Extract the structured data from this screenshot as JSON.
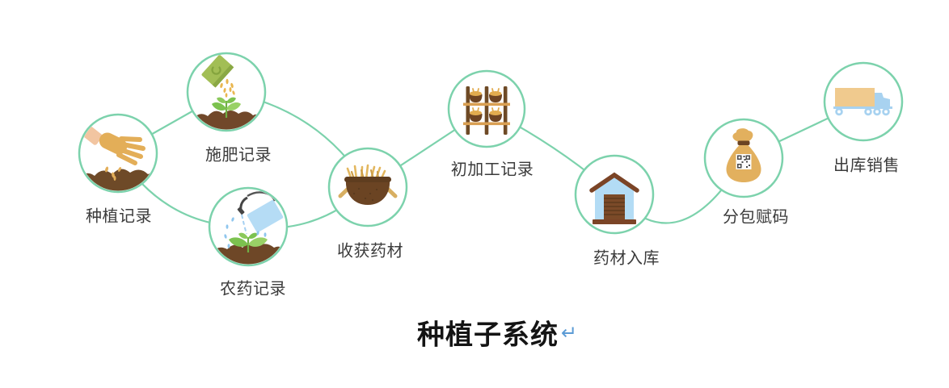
{
  "title": {
    "text": "种植子系统",
    "return_mark": "↵"
  },
  "nodes": [
    {
      "label": "种植记录",
      "icon": "sowing-hand-icon"
    },
    {
      "label": "施肥记录",
      "icon": "fertilizer-bag-icon"
    },
    {
      "label": "农药记录",
      "icon": "pesticide-sprayer-icon"
    },
    {
      "label": "收获药材",
      "icon": "harvest-basket-icon"
    },
    {
      "label": "初加工记录",
      "icon": "drying-rack-icon"
    },
    {
      "label": "药材入库",
      "icon": "warehouse-icon"
    },
    {
      "label": "分包赋码",
      "icon": "qr-coding-bag-icon"
    },
    {
      "label": "出库销售",
      "icon": "delivery-truck-icon"
    }
  ],
  "connections": [
    [
      0,
      1
    ],
    [
      0,
      2
    ],
    [
      1,
      3
    ],
    [
      2,
      3
    ],
    [
      3,
      4
    ],
    [
      4,
      5
    ],
    [
      5,
      6
    ],
    [
      6,
      7
    ]
  ],
  "colors": {
    "accent_teal": "#7CD2AC",
    "label_text": "#3B3B3B",
    "title_text": "#141414",
    "return_mark_blue": "#5B9BD5"
  }
}
